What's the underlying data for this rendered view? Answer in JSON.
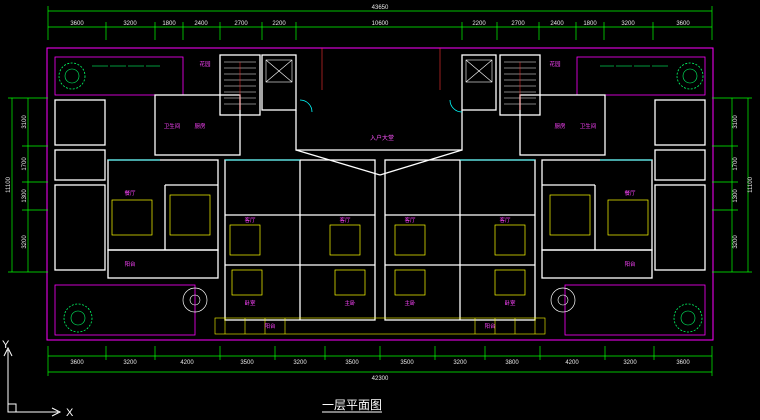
{
  "drawing": {
    "title": "一层平面图",
    "entrance_label": "入户大堂",
    "top_total": "43650",
    "bottom_total": "42300",
    "center_span": "10600",
    "top_dims_left": [
      "3600",
      "3200",
      "1800",
      "2400",
      "2700",
      "2200"
    ],
    "top_dims_right": [
      "2200",
      "2700",
      "2400",
      "1800",
      "3200",
      "3600"
    ],
    "bottom_dims": [
      "3600",
      "3200",
      "4200",
      "3500",
      "3200",
      "3500",
      "3500",
      "3200",
      "3800",
      "4200",
      "3200",
      "3600"
    ],
    "left_vdims": [
      "3100",
      "1700",
      "1300",
      "3200"
    ],
    "left_vtotal": "11100",
    "right_vdims": [
      "3100",
      "1700",
      "1300",
      "3200"
    ],
    "right_vtotal": "11100",
    "axis_labels": {
      "y": "Y",
      "x": "X"
    },
    "rooms": [
      "客厅",
      "餐厅",
      "卧室",
      "主卧",
      "厨房",
      "卫生间",
      "阳台",
      "花园"
    ],
    "colors": {
      "wall": "#ffffff",
      "dim": "#00ff00",
      "boundary": "#ff00ff",
      "text": "#ff44ff",
      "tree": "#00ff66",
      "furniture": "#ffff00",
      "door": "#00ffff"
    }
  }
}
